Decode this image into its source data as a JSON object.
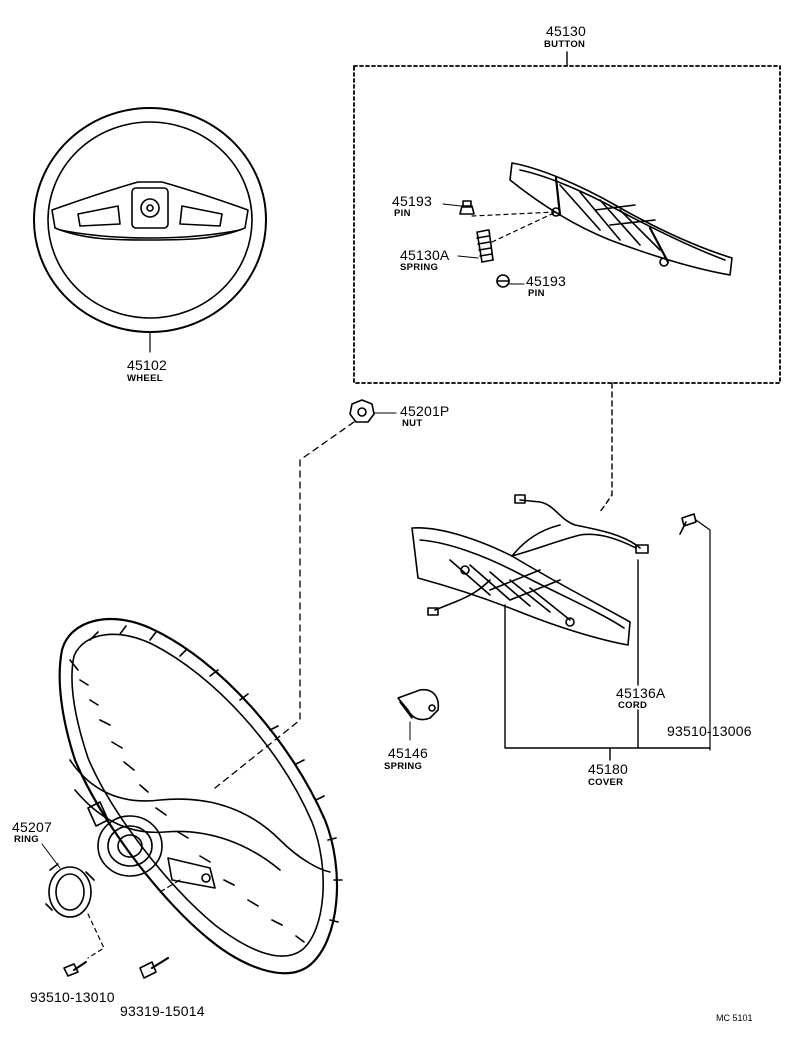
{
  "parts": {
    "button": {
      "number": "45130",
      "name": "BUTTON"
    },
    "pin_upper": {
      "number": "45193",
      "name": "PIN"
    },
    "spring_a": {
      "number": "45130A",
      "name": "SPRING"
    },
    "pin_lower": {
      "number": "45193",
      "name": "PIN"
    },
    "wheel": {
      "number": "45102",
      "name": "WHEEL"
    },
    "nut": {
      "number": "45201P",
      "name": "NUT"
    },
    "cord": {
      "number": "45136A",
      "name": "CORD"
    },
    "screw_cover": {
      "number": "93510-13006"
    },
    "spring_b": {
      "number": "45146",
      "name": "SPRING"
    },
    "cover": {
      "number": "45180",
      "name": "COVER"
    },
    "ring": {
      "number": "45207",
      "name": "RING"
    },
    "screw_ring": {
      "number": "93510-13010"
    },
    "bolt": {
      "number": "93319-15014"
    }
  },
  "figure_ref": "MC 5101"
}
